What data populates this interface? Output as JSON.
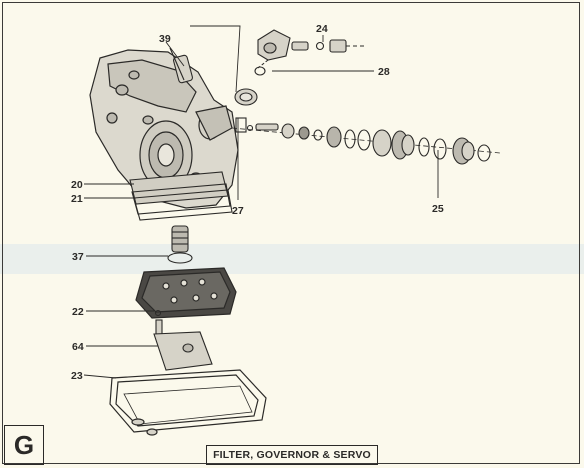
{
  "section_letter": "G",
  "caption": "FILTER, GOVERNOR & SERVO",
  "callouts": {
    "c20": "20",
    "c21": "21",
    "c22": "22",
    "c23": "23",
    "c24": "24",
    "c25": "25",
    "c27": "27",
    "c28": "28",
    "c37": "37",
    "c39": "39",
    "c64": "64"
  },
  "colors": {
    "ink": "#2b2a28",
    "paper": "#fbf9ec",
    "band": "#dde8ec"
  }
}
